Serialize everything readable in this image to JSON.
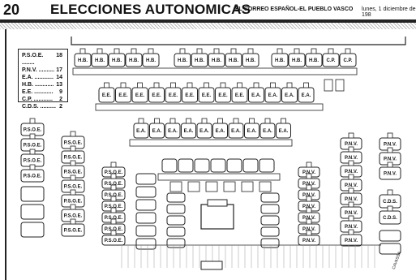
{
  "header": {
    "page_number": "20",
    "headline": "ELECCIONES AUTONOMICAS",
    "newspaper": "EL CORREO ESPAÑOL-EL PUEBLO VASCO",
    "date": "lunes, 1 diciembre de 198"
  },
  "legend": [
    {
      "party": "P.S.O.E.",
      "dots": "........",
      "seats": "18"
    },
    {
      "party": "P.N.V.",
      "dots": "..........",
      "seats": "17"
    },
    {
      "party": "E.A.",
      "dots": "............",
      "seats": "14"
    },
    {
      "party": "H.B.",
      "dots": "............",
      "seats": "13"
    },
    {
      "party": "E.E.",
      "dots": "............",
      "seats": "9"
    },
    {
      "party": "C.P.",
      "dots": "............",
      "seats": "2"
    },
    {
      "party": "C.D.S.",
      "dots": "..........",
      "seats": "2"
    }
  ],
  "seats": {
    "hb_row": [
      "H.B.",
      "H.B.",
      "H.B.",
      "H.B.",
      "H.B.",
      "H.B.",
      "H.B.",
      "H.B.",
      "H.B.",
      "H.B.",
      "H.B.",
      "H.B.",
      "H.B.",
      "C.P.",
      "C.P."
    ],
    "ee_ea_row": [
      "E.E.",
      "E.E.",
      "E.E.",
      "E.E.",
      "E.E.",
      "E.E.",
      "E.E.",
      "E.E.",
      "E.E.",
      "E.A.",
      "E.A.",
      "E.A.",
      "E.A."
    ],
    "ea_row": [
      "E.A.",
      "E.A.",
      "E.A.",
      "E.A.",
      "E.A.",
      "E.A.",
      "E.A.",
      "E.A.",
      "E.A.",
      "E.A."
    ],
    "psoe_col1": [
      "P.S.O.E.",
      "P.S.O.E.",
      "P.S.O.E.",
      "P.S.O.E."
    ],
    "psoe_col2": [
      "P.S.O.E.",
      "P.S.O.E.",
      "P.S.O.E.",
      "P.S.O.E.",
      "P.S.O.E.",
      "P.S.O.E.",
      "P.S.O.E."
    ],
    "psoe_col3": [
      "P.S.O.E.",
      "P.S.O.E.",
      "P.S.O.E.",
      "P.S.O.E.",
      "P.S.O.E.",
      "P.S.O.E.",
      "P.S.O.E."
    ],
    "pnv_col1": [
      "P.N.V.",
      "P.N.V.",
      "P.N.V.",
      "P.N.V.",
      "P.N.V.",
      "P.N.V.",
      "P.N.V."
    ],
    "pnv_col2": [
      "P.N.V.",
      "P.N.V.",
      "P.N.V.",
      "P.N.V.",
      "P.N.V.",
      "P.N.V.",
      "P.N.V.",
      "P.N.V."
    ],
    "pnv_col3": [
      "P.N.V.",
      "P.N.V.",
      "P.N.V."
    ],
    "cds_col": [
      "C.D.S.",
      "C.D.S."
    ]
  },
  "cartoonist": "CAVASSA"
}
